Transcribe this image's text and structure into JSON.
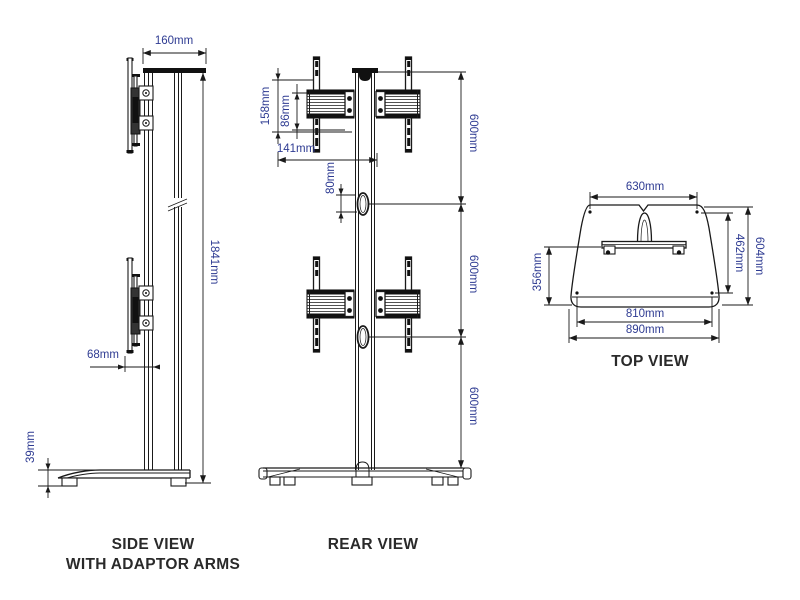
{
  "drawing": {
    "background": "#ffffff",
    "line_color": "#1a1a1a",
    "dimension_text_color": "#2e3b92",
    "label_text_color": "#2a2a2a"
  },
  "views": {
    "side": {
      "label_line1": "SIDE VIEW",
      "label_line2": "WITH ADAPTOR ARMS",
      "dims": {
        "top_width": "160mm",
        "total_height": "1841mm",
        "arm_offset": "68mm",
        "base_height": "39mm"
      }
    },
    "rear": {
      "label": "REAR VIEW",
      "dims": {
        "bracket_height": "158mm",
        "plate_height": "86mm",
        "arm_width": "141mm",
        "cable_hole": "80mm",
        "spacing_top": "600mm",
        "spacing_middle": "600mm",
        "spacing_bottom": "600mm"
      }
    },
    "top": {
      "label": "TOP VIEW",
      "dims": {
        "inner_top_width": "630mm",
        "overall_depth": "604mm",
        "inner_depth": "462mm",
        "front_depth": "356mm",
        "inner_width": "810mm",
        "overall_width": "890mm"
      }
    }
  }
}
